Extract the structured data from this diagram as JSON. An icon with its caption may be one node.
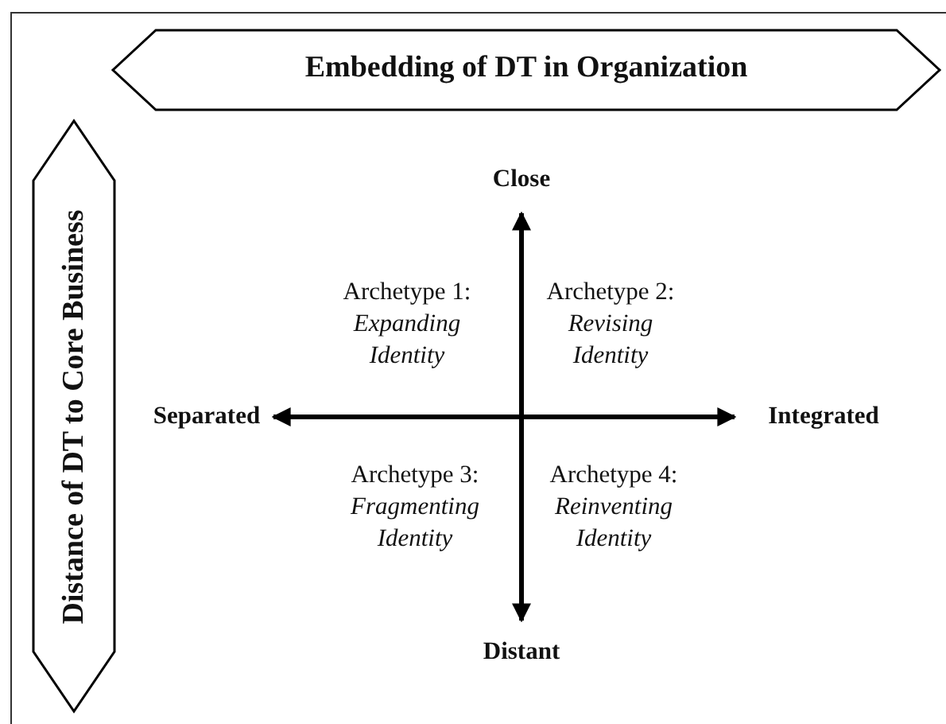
{
  "diagram": {
    "nodes": [
      {
        "text": [
          "Embedding of DT in Organization"
        ]
      },
      {
        "text": [
          "Distance of DT to Core Business"
        ]
      }
    ],
    "labels": [
      "Close",
      "Archetype 1: *Expanding Identity*",
      "Archetype 2: *Revising Identity*",
      "Separated",
      "Integrated",
      "Archetype 3: *Fragmenting Identity*",
      "Archetype 4: *Reinventing Identity*",
      "Distant"
    ]
  }
}
